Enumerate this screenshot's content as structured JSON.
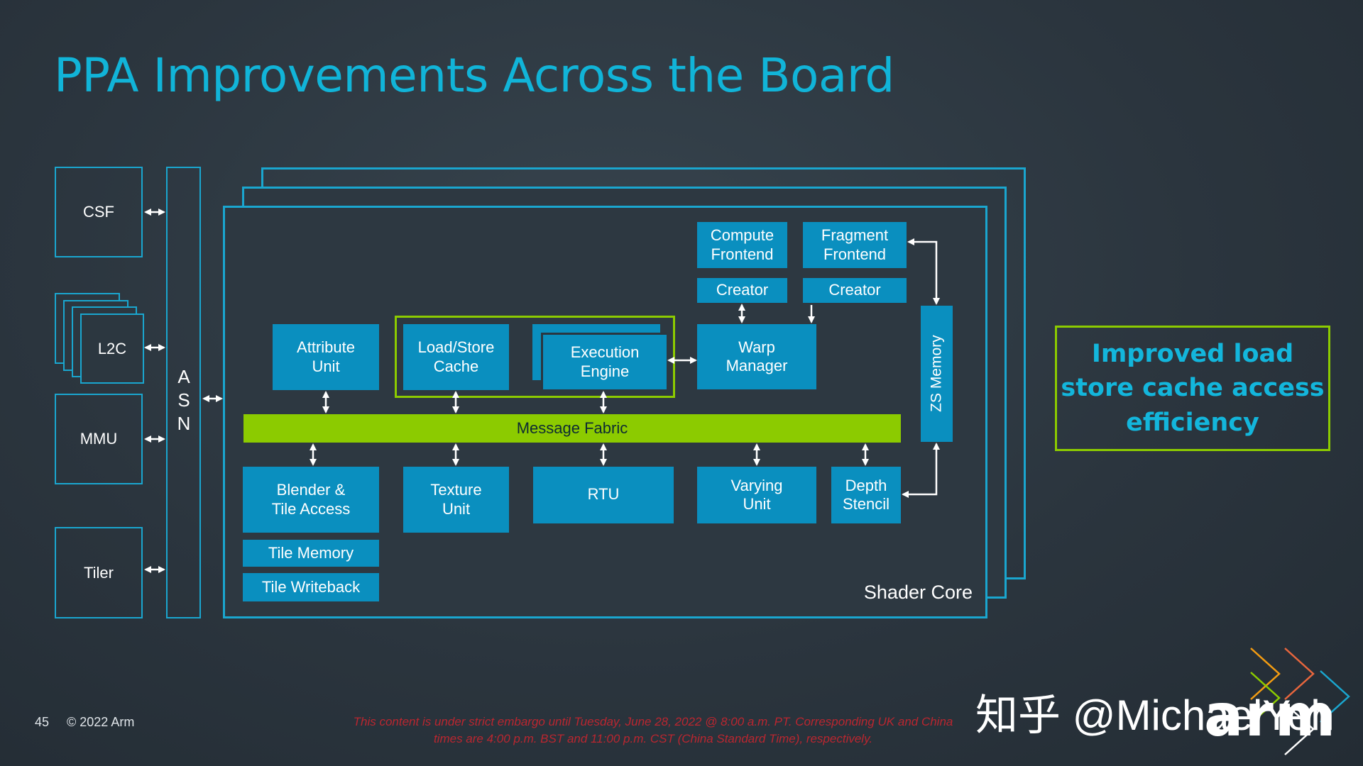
{
  "title": "PPA Improvements Across the Board",
  "left": {
    "csf": "CSF",
    "l2c": "L2C",
    "mmu": "MMU",
    "tiler": "Tiler",
    "asn": [
      "A",
      "S",
      "N"
    ]
  },
  "shader_core": {
    "label": "Shader Core",
    "compute_frontend": "Compute\nFrontend",
    "fragment_frontend": "Fragment\nFrontend",
    "compute_creator": "Creator",
    "fragment_creator": "Creator",
    "attribute_unit": "Attribute\nUnit",
    "load_store_cache": "Load/Store\nCache",
    "execution_engine": "Execution\nEngine",
    "warp_manager": "Warp\nManager",
    "zs_memory": "ZS Memory",
    "message_fabric": "Message Fabric",
    "blender": "Blender &\nTile Access",
    "texture_unit": "Texture\nUnit",
    "rtu": "RTU",
    "varying_unit": "Varying\nUnit",
    "depth_stencil": "Depth\nStencil",
    "tile_memory": "Tile Memory",
    "tile_writeback": "Tile Writeback"
  },
  "callout": "Improved load\nstore cache access\nefficiency",
  "footer": {
    "page_number": "45",
    "copyright": "© 2022 Arm",
    "embargo": "This content is under strict embargo until Tuesday, June 28, 2022 @ 8:00 a.m. PT. Corresponding UK and China\ntimes are 4:00 p.m. BST and 11:00 p.m. CST (China Standard Time), respectively."
  },
  "watermark": "知乎 @MichaelYeh",
  "logo": "arm",
  "colors": {
    "accent_blue": "#11b4d8",
    "block_blue": "#0a8fbf",
    "fabric_green": "#8ccb00",
    "background": "#2b353e"
  }
}
